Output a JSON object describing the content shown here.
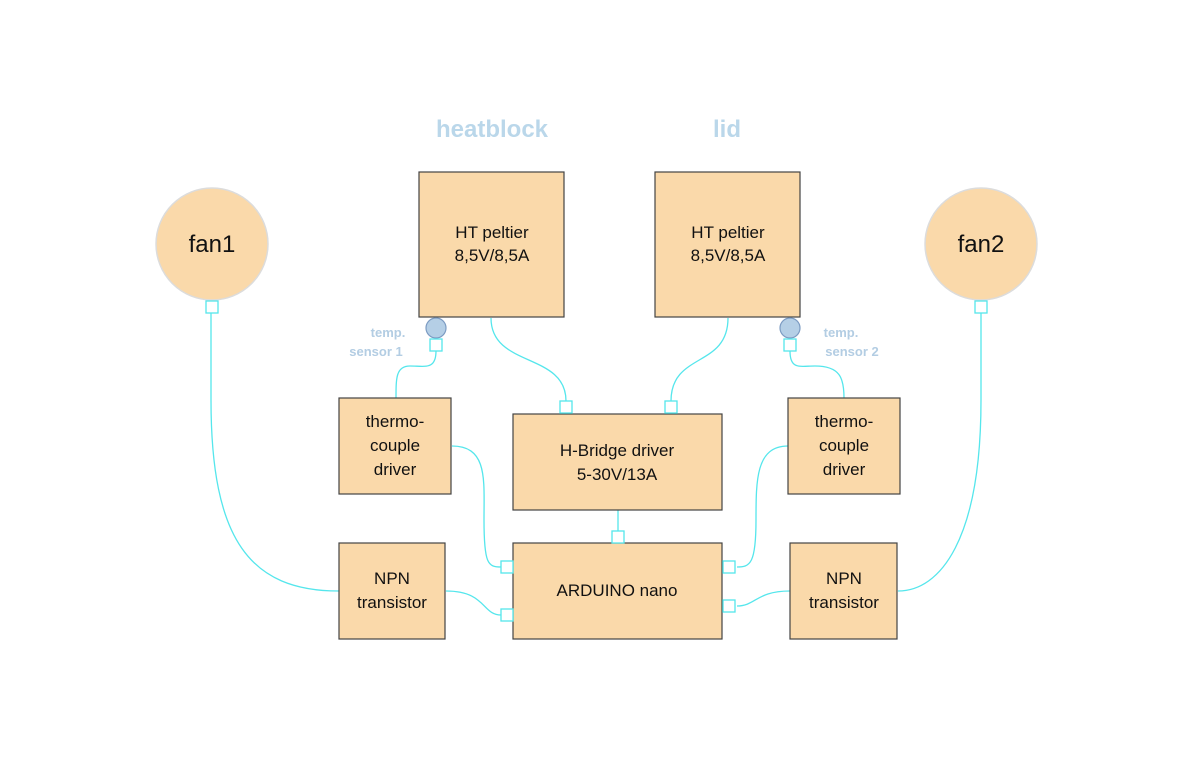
{
  "colors": {
    "box_fill": "#fad9aa",
    "box_stroke": "#444444",
    "fan_fill": "#fad9aa",
    "fan_stroke": "#dcdcdc",
    "wire": "#55e6ec",
    "sensor_fill": "#b5cfe6",
    "sensor_stroke": "#7d9cc3",
    "title_text": "#bad7ea",
    "sensor_label_text": "#b3cde3"
  },
  "titles": {
    "heatblock": "heatblock",
    "lid": "lid"
  },
  "fans": {
    "fan1": "fan1",
    "fan2": "fan2"
  },
  "peltier_heatblock": {
    "line1": "HT peltier",
    "line2": "8,5V/8,5A"
  },
  "peltier_lid": {
    "line1": "HT peltier",
    "line2": "8,5V/8,5A"
  },
  "sensor1": {
    "line1": "temp.",
    "line2": "sensor 1"
  },
  "sensor2": {
    "line1": "temp.",
    "line2": "sensor 2"
  },
  "thermo_left": {
    "line1": "thermo-",
    "line2": "couple",
    "line3": "driver"
  },
  "thermo_right": {
    "line1": "thermo-",
    "line2": "couple",
    "line3": "driver"
  },
  "hbridge": {
    "line1": "H-Bridge driver",
    "line2": "5-30V/13A"
  },
  "arduino": {
    "label": "ARDUINO nano"
  },
  "npn_left": {
    "line1": "NPN",
    "line2": "transistor"
  },
  "npn_right": {
    "line1": "NPN",
    "line2": "transistor"
  }
}
